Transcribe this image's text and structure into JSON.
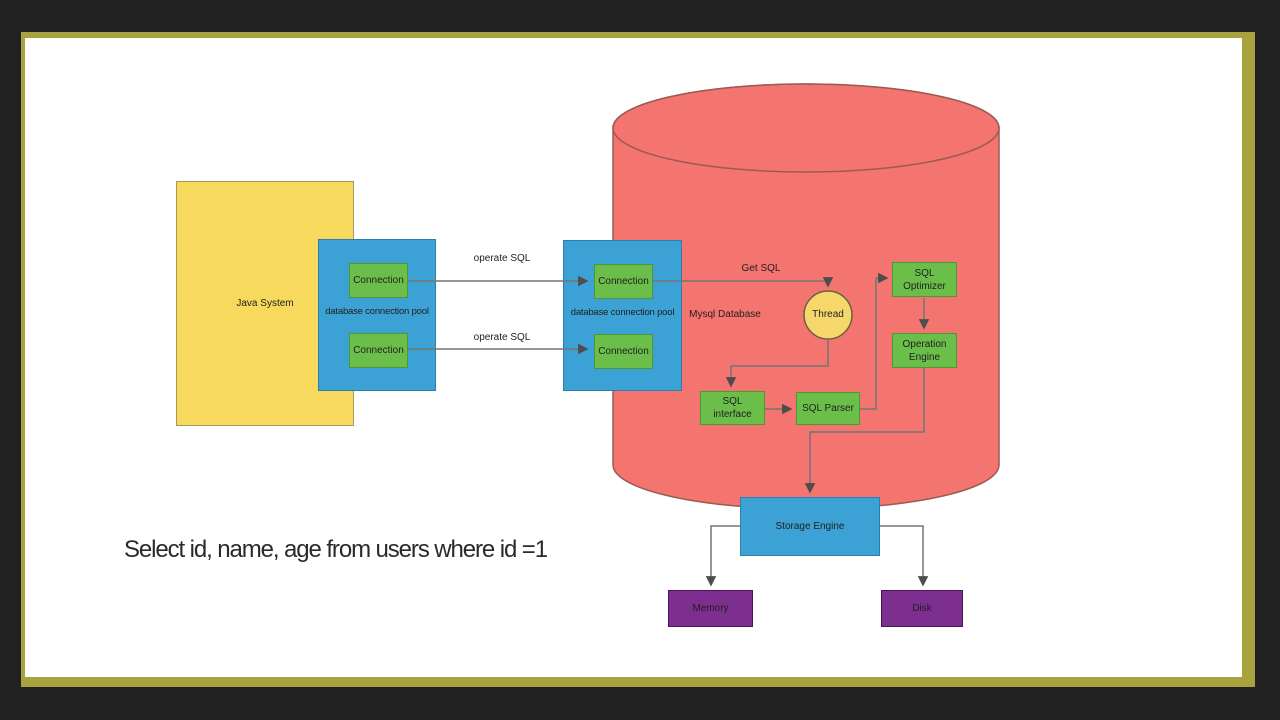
{
  "palette": {
    "bg": "#212121",
    "frame": "#A8A33E",
    "canvas-bg": "#ffffff",
    "yellow": "#F7D95E",
    "yellow-border": "#A89858",
    "blue": "#3CA1D4",
    "blue-border": "#2C7FA9",
    "green": "#6CBE4B",
    "green-border": "#4E9833",
    "salmon": "#F4756F",
    "salmon-border": "#9A5B53",
    "purple": "#7C2F8E",
    "purple-border": "#4C1358",
    "thread-fill": "#F6D76C",
    "thread-border": "#6B5F3F",
    "line": "#757575",
    "arrow": "#4D4D4D",
    "text": "#1F1F1F"
  },
  "diagram": {
    "java_system": {
      "label": "Java System"
    },
    "pools": [
      {
        "label": "database connection pool",
        "connections": [
          "Connection",
          "Connection"
        ]
      },
      {
        "label": "database connection pool",
        "connections": [
          "Connection",
          "Connection"
        ]
      }
    ],
    "edge_labels": {
      "operate_sql_top": "operate SQL",
      "operate_sql_bottom": "operate SQL",
      "get_sql": "Get SQL"
    },
    "database": {
      "label": "Mysql Database",
      "thread": "Thread",
      "sql_interface": "SQL interface",
      "sql_parser": "SQL Parser",
      "sql_optimizer": "SQL Optimizer",
      "operation_engine": "Operation Engine",
      "storage_engine": "Storage Engine"
    },
    "storage": {
      "memory": "Memory",
      "disk": "Disk"
    }
  },
  "query": {
    "text": "Select id, name, age from users where id =1"
  }
}
